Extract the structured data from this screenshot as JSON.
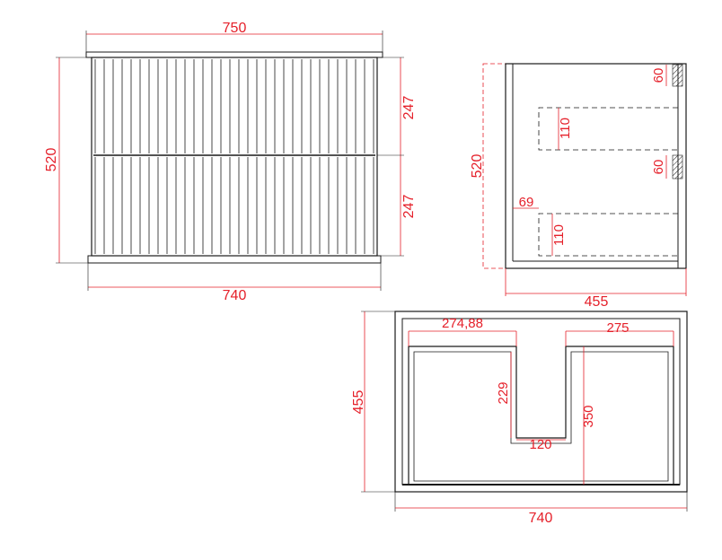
{
  "colors": {
    "outline": "#1a1a1a",
    "dimension": "#e5202a",
    "background": "#ffffff"
  },
  "front_view": {
    "top_width": "750",
    "bottom_width": "740",
    "height": "520",
    "drawer_top_height": "247",
    "drawer_bottom_height": "247"
  },
  "side_view": {
    "height": "520",
    "depth": "455",
    "handle_top": "60",
    "handle_bottom": "60",
    "cutout_top": "110",
    "cutout_bottom": "110",
    "offset": "69"
  },
  "plan_view": {
    "depth": "455",
    "width": "740",
    "left_drawer_width": "274,88",
    "right_drawer_width": "275",
    "notch_depth": "229",
    "notch_width": "120",
    "drawer_depth": "350"
  }
}
